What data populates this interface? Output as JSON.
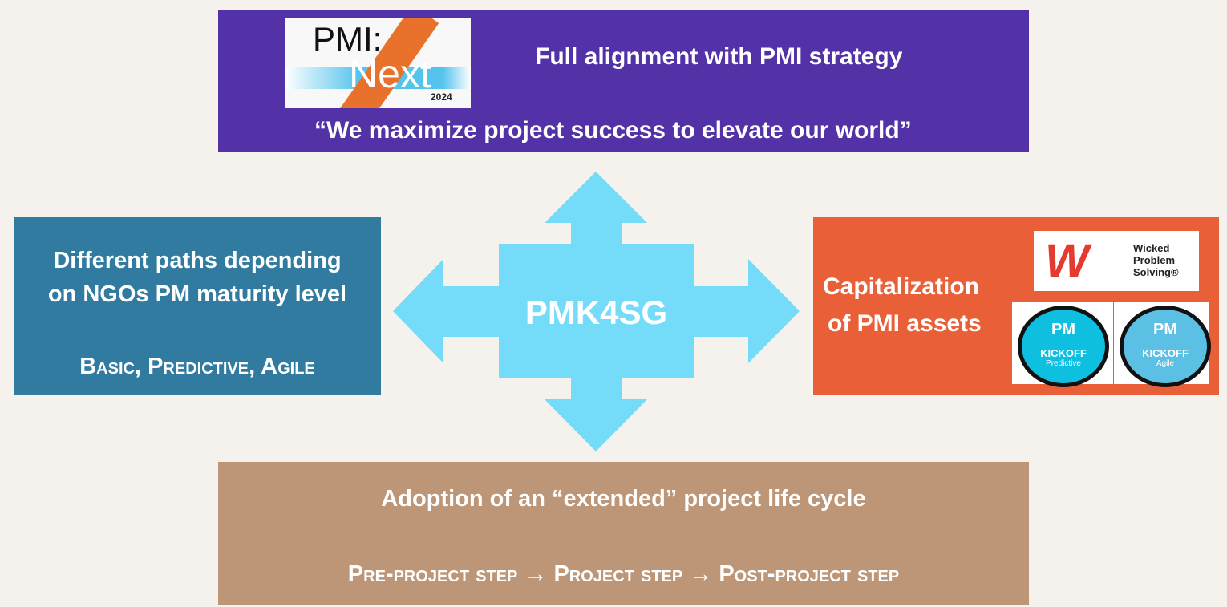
{
  "top": {
    "title": "Full alignment with PMI strategy",
    "quote": "“We maximize project success to elevate our world”",
    "logo": {
      "line1": "PMI:",
      "line2": "Next",
      "year": "2024"
    }
  },
  "center": {
    "label": "PMK4SG",
    "color": "#74dcf8"
  },
  "left": {
    "title_line1": "Different paths depending",
    "title_line2": "on NGOs PM maturity level",
    "paths": "Basic, Predictive, Agile"
  },
  "right": {
    "title_line1": "Capitalization",
    "title_line2": "of PMI assets",
    "wps_logo": {
      "line1": "Wicked",
      "line2": "Problem",
      "line3": "Solving®"
    },
    "badges": [
      {
        "title": "KICKOFF",
        "sub": "Predictive"
      },
      {
        "title": "KICKOFF",
        "sub": "Agile"
      }
    ]
  },
  "bottom": {
    "title": "Adoption of an “extended” project life cycle",
    "steps": "Pre-project step → Project step → Post-project step"
  }
}
